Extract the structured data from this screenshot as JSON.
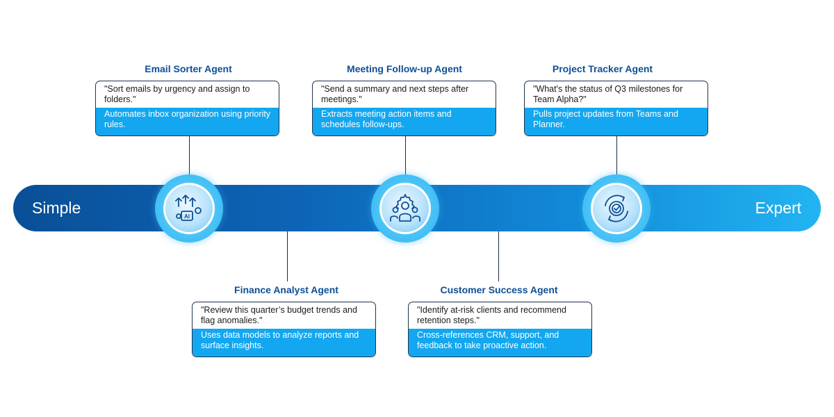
{
  "scale": {
    "start_label": "Simple",
    "end_label": "Expert"
  },
  "agents": [
    {
      "title": "Email Sorter Agent",
      "quote": "\"Sort emails by urgency and assign to folders.\"",
      "description": "Automates inbox organization using priority rules.",
      "icon": "ai-upgrade-icon"
    },
    {
      "title": "Finance Analyst Agent",
      "quote": "\"Review this quarter’s budget trends and flag anomalies.\"",
      "description": "Uses data models to analyze reports and surface insights."
    },
    {
      "title": "Meeting Follow-up Agent",
      "quote": "\"Send a summary and next steps after meetings.\"",
      "description": "Extracts meeting action items and schedules follow-ups.",
      "icon": "team-gear-icon"
    },
    {
      "title": "Customer Success Agent",
      "quote": "\"Identify at-risk clients and recommend retention steps.\"",
      "description": "Cross-references CRM, support, and feedback to take proactive action."
    },
    {
      "title": "Project Tracker Agent",
      "quote": "\"What's the status of Q3 milestones for Team Alpha?\"",
      "description": "Pulls project updates from Teams and Planner.",
      "icon": "gear-cycle-check-icon"
    }
  ],
  "colors": {
    "bar_start": "#0a4f97",
    "bar_end": "#22b4f2",
    "title_blue": "#0d4f95",
    "description_band": "#12a7f0"
  }
}
